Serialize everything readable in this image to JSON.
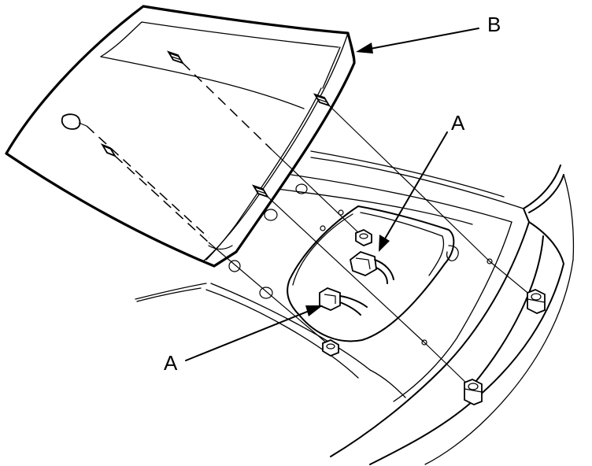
{
  "callouts": {
    "label_b": "B",
    "label_a_upper": "A",
    "label_a_lower": "A"
  },
  "colors": {
    "line": "#000000",
    "background": "#ffffff"
  }
}
